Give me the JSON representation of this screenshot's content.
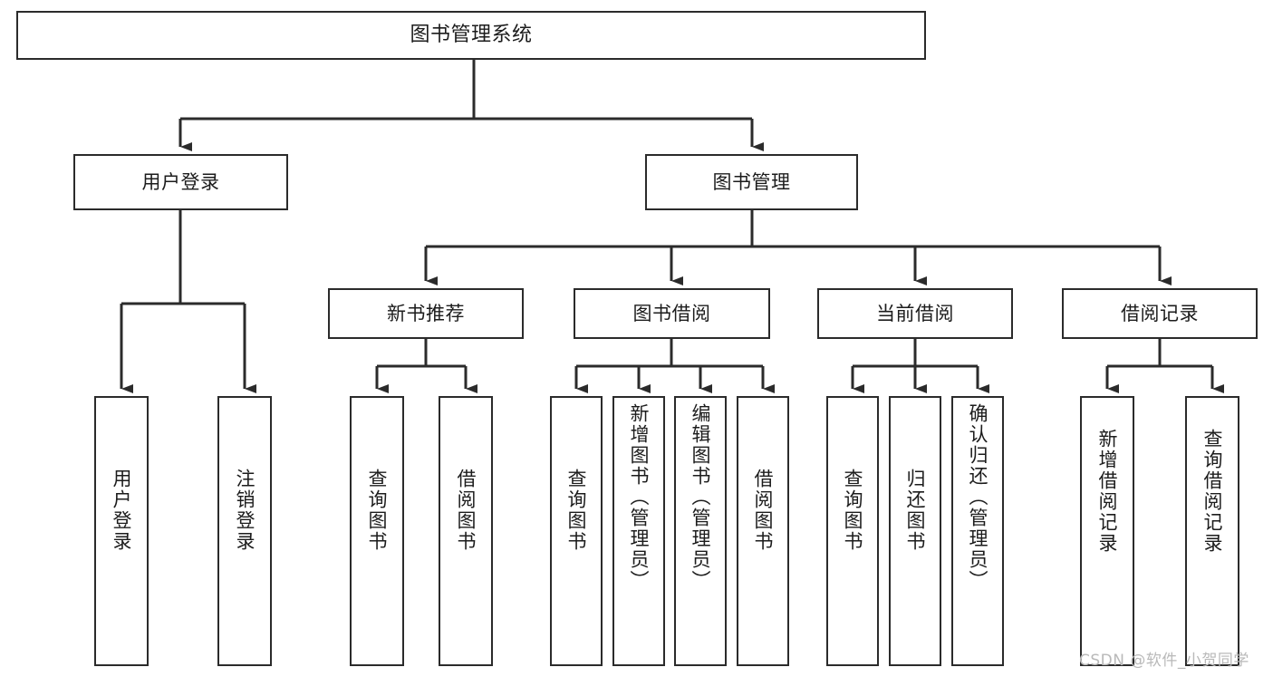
{
  "diagram": {
    "type": "tree-hierarchy-chart",
    "title": "图书管理系统",
    "orientation": "top-down",
    "style": {
      "box_border_color": "#2b2b2b",
      "box_fill_color": "#ffffff",
      "line_color": "#2b2b2b",
      "text_color": "#1c1c1c",
      "background": "#ffffff"
    }
  },
  "nodes": {
    "root": {
      "label": "图书管理系统"
    },
    "level2": [
      {
        "id": "user-login",
        "label": "用户登录"
      },
      {
        "id": "book-management",
        "label": "图书管理"
      }
    ],
    "level3": [
      {
        "id": "new-book-recommend",
        "label": "新书推荐"
      },
      {
        "id": "book-borrow",
        "label": "图书借阅"
      },
      {
        "id": "current-borrow",
        "label": "当前借阅"
      },
      {
        "id": "borrow-record",
        "label": "借阅记录"
      }
    ],
    "leaves": {
      "user_login": [
        {
          "id": "leaf-user-login",
          "label": "用户登录"
        },
        {
          "id": "leaf-logout-login",
          "label": "注销登录"
        }
      ],
      "new_book_recommend": [
        {
          "id": "leaf-query-book-1",
          "label": "查询图书"
        },
        {
          "id": "leaf-borrow-book-1",
          "label": "借阅图书"
        }
      ],
      "book_borrow": [
        {
          "id": "leaf-query-book-2",
          "label": "查询图书"
        },
        {
          "id": "leaf-add-book-admin",
          "label": "新增图书（管理员）"
        },
        {
          "id": "leaf-edit-book-admin",
          "label": "编辑图书（管理员）"
        },
        {
          "id": "leaf-borrow-book-2",
          "label": "借阅图书"
        }
      ],
      "current_borrow": [
        {
          "id": "leaf-query-book-3",
          "label": "查询图书"
        },
        {
          "id": "leaf-return-book",
          "label": "归还图书"
        },
        {
          "id": "leaf-confirm-return-admin",
          "label": "确认归还（管理员）"
        }
      ],
      "borrow_record": [
        {
          "id": "leaf-add-borrow-record",
          "label": "新增借阅记录"
        },
        {
          "id": "leaf-query-borrow-record",
          "label": "查询借阅记录"
        }
      ]
    }
  },
  "watermark": {
    "text": "CSDN @软件_小贺同学"
  }
}
